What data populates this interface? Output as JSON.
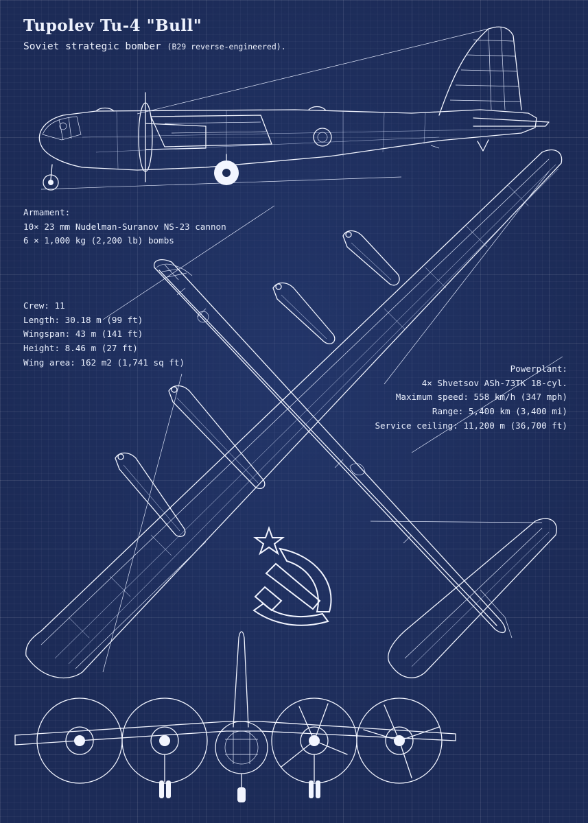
{
  "title": "Tupolev Tu-4 \"Bull\"",
  "subtitle": {
    "main": "Soviet strategic bomber",
    "note": "(B29 reverse-engineered)."
  },
  "armament": {
    "heading": "Armament:",
    "lines": [
      "10× 23 mm Nudelman-Suranov NS-23 cannon",
      "6 × 1,000 kg (2,200 lb) bombs"
    ]
  },
  "specs_left": [
    "Crew: 11",
    "Length: 30.18 m (99 ft)",
    "Wingspan: 43 m (141 ft)",
    "Height: 8.46 m (27 ft)",
    "Wing area: 162 m2 (1,741 sq ft)"
  ],
  "specs_right": [
    "Powerplant:",
    "4× Shvetsov ASh-73TK 18-cyl.",
    "Maximum speed: 558 km/h (347 mph)",
    "Range: 5,400 km (3,400 mi)",
    "Service ceiling: 11,200 m (36,700 ft)"
  ],
  "colors": {
    "background": "#1c2b57",
    "ink": "#f2f5ff"
  },
  "icons": {
    "emblem": "hammer-and-sickle-star-icon"
  }
}
